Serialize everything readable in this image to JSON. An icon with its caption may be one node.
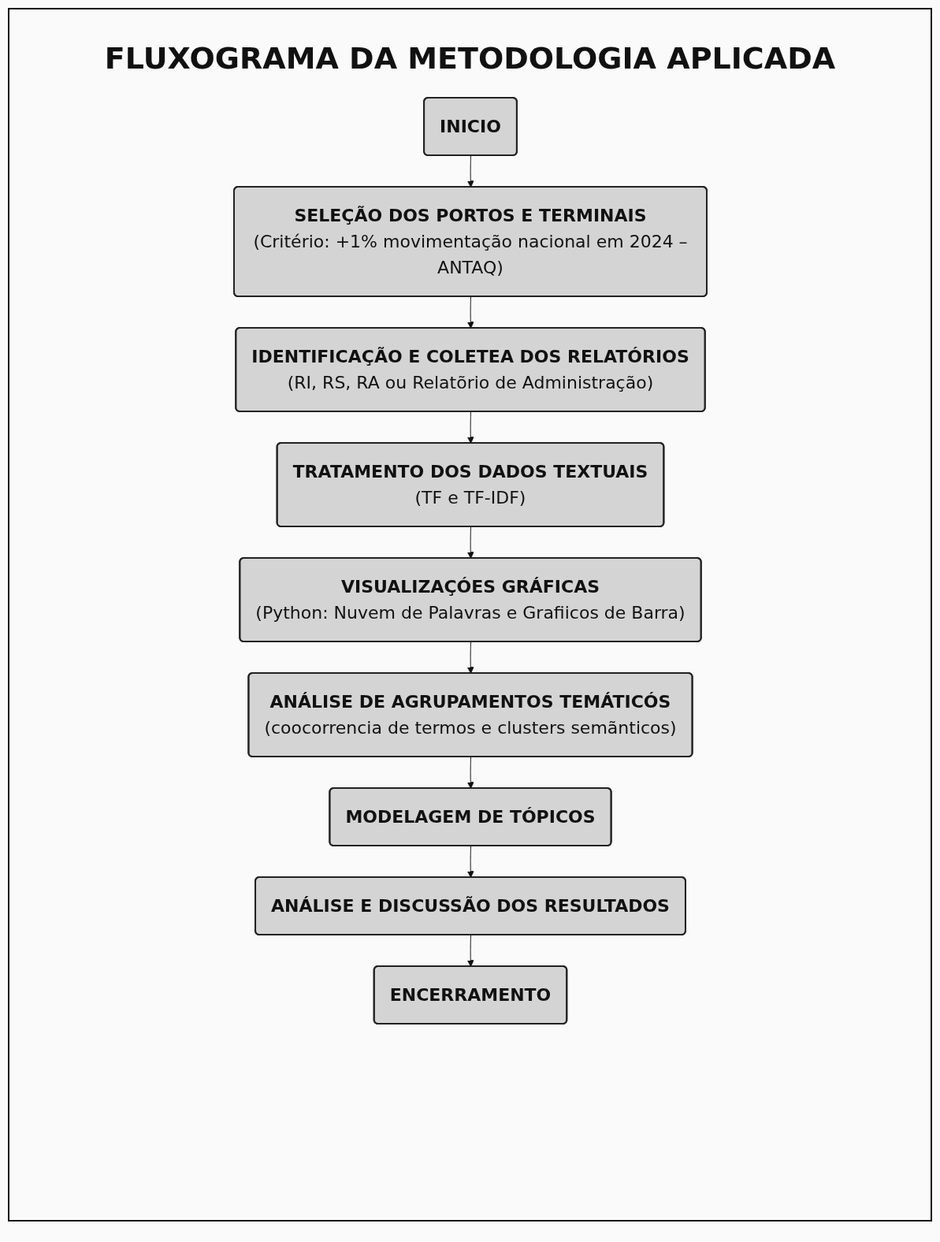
{
  "diagram": {
    "title": "FLUXOGRAMA DA METODOLOGIA APLICADA",
    "nodes": [
      {
        "text": [
          "INICIO"
        ]
      },
      {
        "text": [
          "SELEÇÃO DOS PORTOS E TERMINAIS",
          "(Critério: +1% movimentação nacional em 2024 –ANTAQ)"
        ]
      },
      {
        "text": [
          "IDENTIFICAÇÃO E COLETEA DOS RELATÓRIOS",
          "(RI, RS, RA ou Relatõrio de Administração)"
        ]
      },
      {
        "text": [
          "TRATAMENTO DOS DADOS TEXTUAIS",
          "(TF e TF-IDF)"
        ]
      },
      {
        "text": [
          "VISUALIZAÇÓES GRÁFICAS",
          "(Python: Nuvem de Palavras e Grafiicos de Barra)"
        ]
      },
      {
        "text": [
          "ANÁLISE DE AGRUPAMENTOS TEMÁTICÓS",
          "(coocorrencia de termos e clusters semãnticos)"
        ]
      },
      {
        "text": [
          "MODELAGEM DE TÓPICOS"
        ]
      },
      {
        "text": [
          "ANÁLISE E DISCUSSÃO DOS RESULTADOS"
        ]
      },
      {
        "text": [
          "ENCERRAMENTO"
        ]
      }
    ],
    "edges": [
      {
        "from": 0,
        "to": 1,
        "arrow": "to"
      },
      {
        "from": 1,
        "to": 2,
        "arrow": "to"
      },
      {
        "from": 2,
        "to": 3,
        "arrow": "to"
      },
      {
        "from": 3,
        "to": 4,
        "arrow": "to"
      },
      {
        "from": 4,
        "to": 5,
        "arrow": "to"
      },
      {
        "from": 5,
        "to": 6,
        "arrow": "to"
      },
      {
        "from": 6,
        "to": 7,
        "arrow": "to"
      },
      {
        "from": 7,
        "to": 8,
        "arrow": "to"
      }
    ]
  }
}
